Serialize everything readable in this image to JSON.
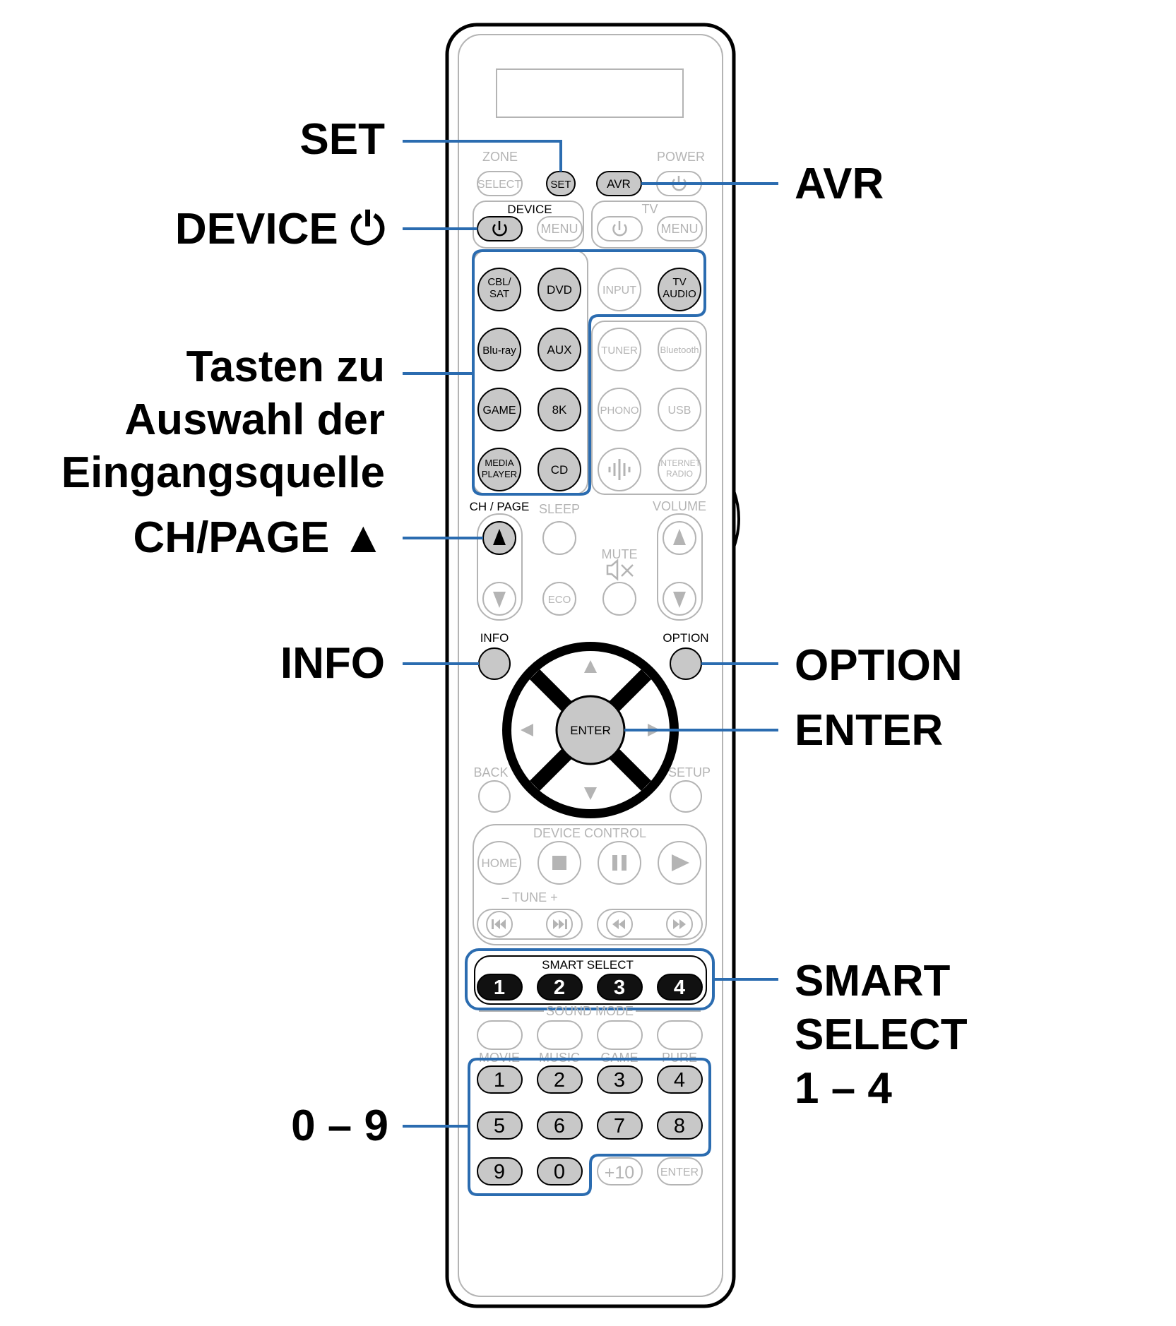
{
  "callouts": {
    "set": "SET",
    "device_power": "DEVICE ⏻",
    "source_line1": "Tasten zu",
    "source_line2": "Auswahl der",
    "source_line3": "Eingangsquelle",
    "ch_page_up": "CH/PAGE ▲",
    "info": "INFO",
    "avr": "AVR",
    "option": "OPTION",
    "enter": "ENTER",
    "smart_select_line1": "SMART",
    "smart_select_line2": "SELECT",
    "smart_select_line3": "1 – 4",
    "numbers": "0 – 9"
  },
  "remote": {
    "zone": "ZONE",
    "power": "POWER",
    "select": "SELECT",
    "set": "SET",
    "avr": "AVR",
    "device": "DEVICE",
    "tv": "TV",
    "menu": "MENU",
    "cbl_sat_1": "CBL/",
    "cbl_sat_2": "SAT",
    "dvd": "DVD",
    "input": "INPUT",
    "tv_audio_1": "TV",
    "tv_audio_2": "AUDIO",
    "bluray": "Blu-ray",
    "aux": "AUX",
    "tuner": "TUNER",
    "bluetooth": "Bluetooth",
    "game": "GAME",
    "k8": "8K",
    "phono": "PHONO",
    "usb": "USB",
    "media_player_1": "MEDIA",
    "media_player_2": "PLAYER",
    "cd": "CD",
    "internet_radio_1": "INTERNET",
    "internet_radio_2": "RADIO",
    "ch_page": "CH / PAGE",
    "sleep": "SLEEP",
    "volume": "VOLUME",
    "mute": "MUTE",
    "eco": "ECO",
    "info": "INFO",
    "option": "OPTION",
    "enter": "ENTER",
    "back": "BACK",
    "setup": "SETUP",
    "device_control": "DEVICE CONTROL",
    "home": "HOME",
    "tune": "–  TUNE  +",
    "smart_select": "SMART SELECT",
    "sound_mode": "SOUND MODE",
    "movie": "MOVIE",
    "music": "MUSIC",
    "game_mode": "GAME",
    "pure": "PURE",
    "smart_keys": [
      "1",
      "2",
      "3",
      "4"
    ],
    "num_keys": [
      "1",
      "2",
      "3",
      "4",
      "5",
      "6",
      "7",
      "8",
      "9",
      "0"
    ],
    "plus10": "+10",
    "enter_small": "ENTER"
  },
  "colors": {
    "highlight": "#2b6cb0",
    "button_fill": "#c8c8c8",
    "faded": "#b4b4b4"
  }
}
